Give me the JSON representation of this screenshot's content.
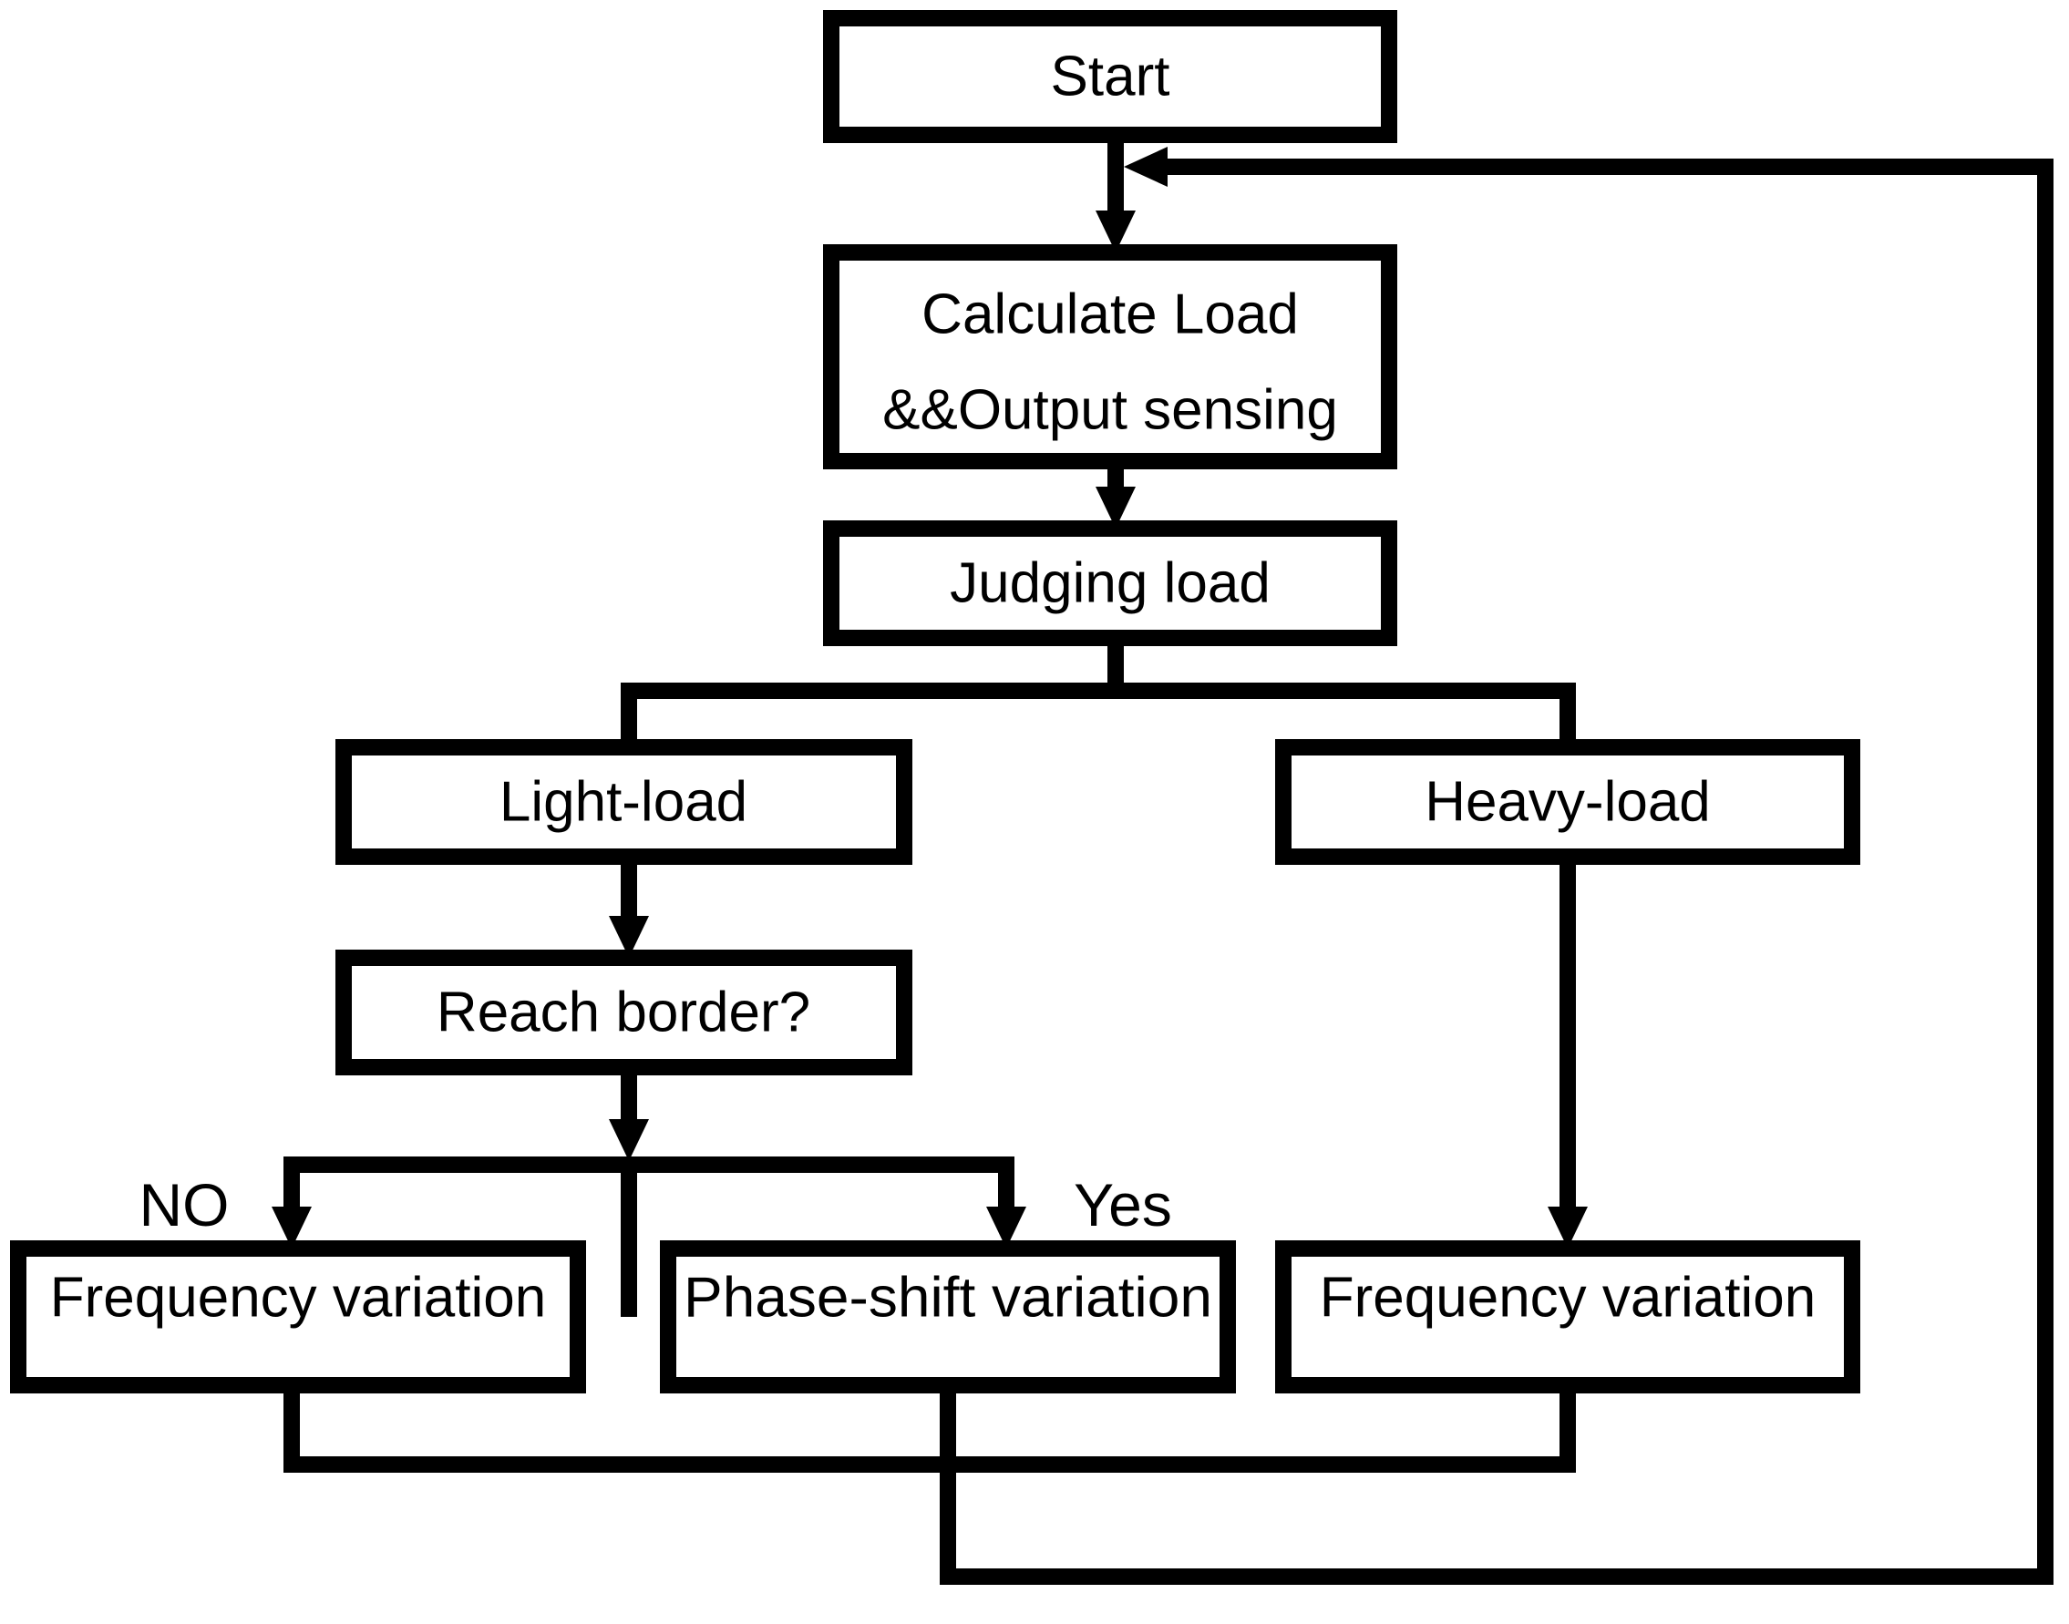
{
  "diagram": {
    "type": "flowchart",
    "background": "#ffffff",
    "line_color": "#000000",
    "box_fill": "#ffffff",
    "nodes": {
      "start": {
        "label": "Start"
      },
      "calculate": {
        "line1": "Calculate Load",
        "line2": "&&Output sensing"
      },
      "judging": {
        "label": "Judging load"
      },
      "light": {
        "label": "Light-load"
      },
      "heavy": {
        "label": "Heavy-load"
      },
      "reach": {
        "label": "Reach border?"
      },
      "freq_no": {
        "label": "Frequency variation"
      },
      "phase_yes": {
        "label": "Phase-shift variation"
      },
      "freq_heavy": {
        "label": "Frequency variation"
      }
    },
    "edge_labels": {
      "no": "NO",
      "yes": "Yes"
    }
  }
}
